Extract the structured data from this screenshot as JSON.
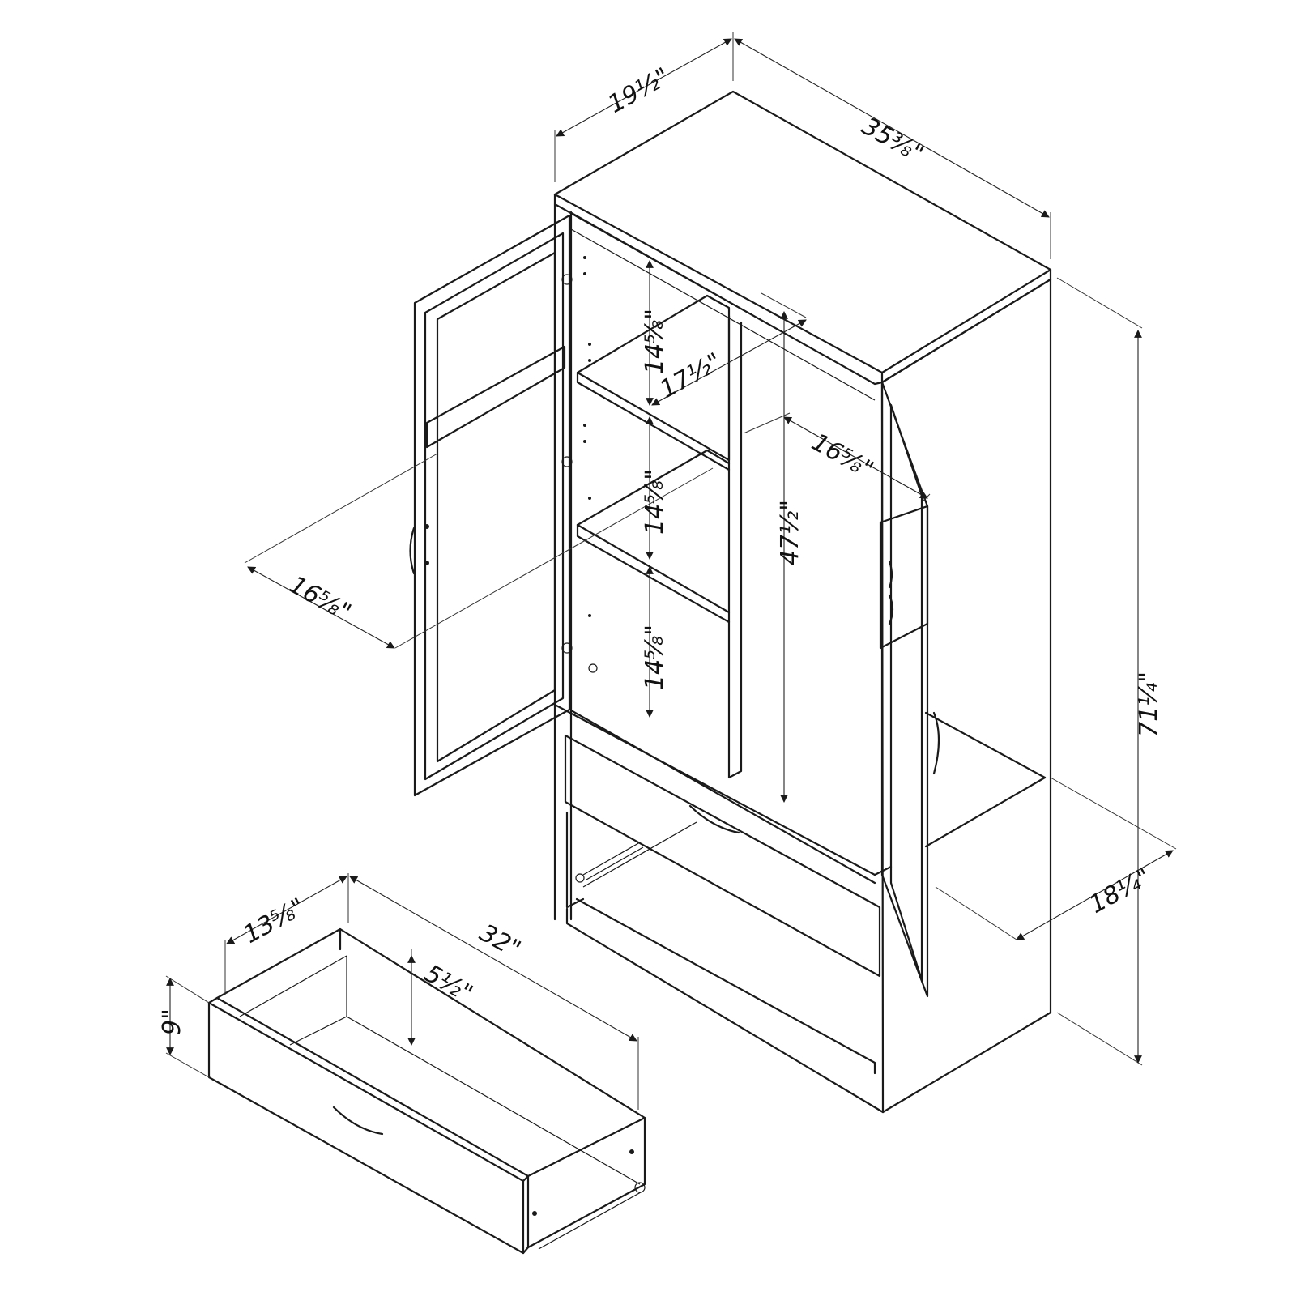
{
  "dimensions": {
    "cabinet_depth": "19½\"",
    "cabinet_width": "35⅜\"",
    "cabinet_height": "71¼\"",
    "base_depth": "18¼\"",
    "shelf_width": "17½\"",
    "shelf_spacing_top": "14⅝\"",
    "shelf_spacing_mid": "14⅝\"",
    "shelf_spacing_bottom": "14⅝\"",
    "hanging_height": "47½\"",
    "door_width_left": "16⅝\"",
    "door_width_right": "16⅝\"",
    "drawer_depth": "13⅝\"",
    "drawer_width": "32\"",
    "drawer_inner_height": "5½\"",
    "drawer_height": "9\""
  }
}
